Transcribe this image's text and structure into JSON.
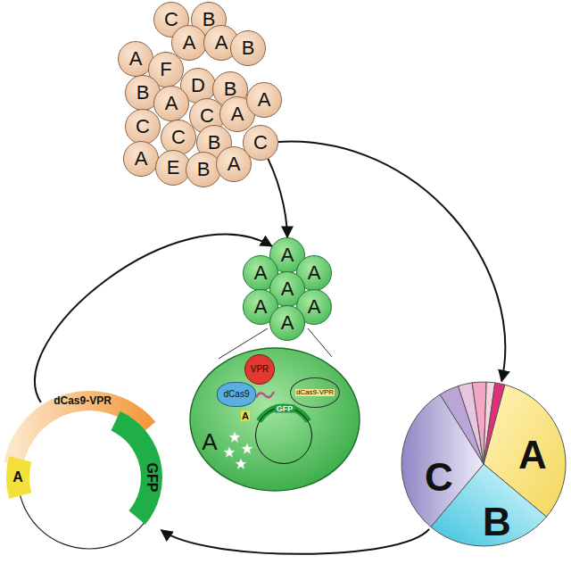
{
  "diagram": {
    "nodes": [
      {
        "text": [
          "C"
        ]
      },
      {
        "text": [
          "B"
        ]
      },
      {
        "text": [
          "A"
        ]
      },
      {
        "text": [
          "A"
        ]
      },
      {
        "text": [
          "B"
        ]
      },
      {
        "text": [
          "A"
        ]
      },
      {
        "text": [
          "F"
        ]
      },
      {
        "text": [
          "D"
        ]
      },
      {
        "text": [
          "B"
        ]
      },
      {
        "text": [
          "B"
        ]
      },
      {
        "text": [
          "A"
        ]
      },
      {
        "text": [
          "C"
        ]
      },
      {
        "text": [
          "A"
        ]
      },
      {
        "text": [
          "A"
        ]
      },
      {
        "text": [
          "C"
        ]
      },
      {
        "text": [
          "C"
        ]
      },
      {
        "text": [
          "B"
        ]
      },
      {
        "text": [
          "C"
        ]
      },
      {
        "text": [
          "A"
        ]
      },
      {
        "text": [
          "E"
        ]
      },
      {
        "text": [
          "B"
        ]
      },
      {
        "text": [
          "A"
        ]
      },
      {
        "text": [
          "A"
        ]
      },
      {
        "text": [
          "A"
        ]
      },
      {
        "text": [
          "A"
        ]
      },
      {
        "text": [
          "A"
        ]
      },
      {
        "text": [
          "A"
        ]
      },
      {
        "text": [
          "A"
        ]
      },
      {
        "text": [
          "A"
        ]
      },
      {
        "text": [
          "A"
        ]
      },
      {
        "text": [
          "VPR"
        ],
        "in": 29
      },
      {
        "text": [
          "dCas9"
        ],
        "in": 29
      },
      {
        "text": [
          "dCas9-VPR"
        ],
        "in": 29
      },
      {
        "text": [
          "GFP"
        ],
        "in": 29
      },
      {
        "text": [
          "dCas9-VPR",
          "GFP",
          "A"
        ]
      },
      {
        "text": [
          "A",
          "B",
          "C"
        ]
      }
    ],
    "edges": [
      {
        "from": 17,
        "to": 35,
        "arrow": "to"
      },
      {
        "from": 17,
        "to": 22,
        "arrow": "to"
      },
      {
        "from": 35,
        "to": 34,
        "arrow": "to"
      },
      {
        "from": 34,
        "to": 22,
        "arrow": "to"
      }
    ],
    "labels": [
      "A"
    ]
  }
}
